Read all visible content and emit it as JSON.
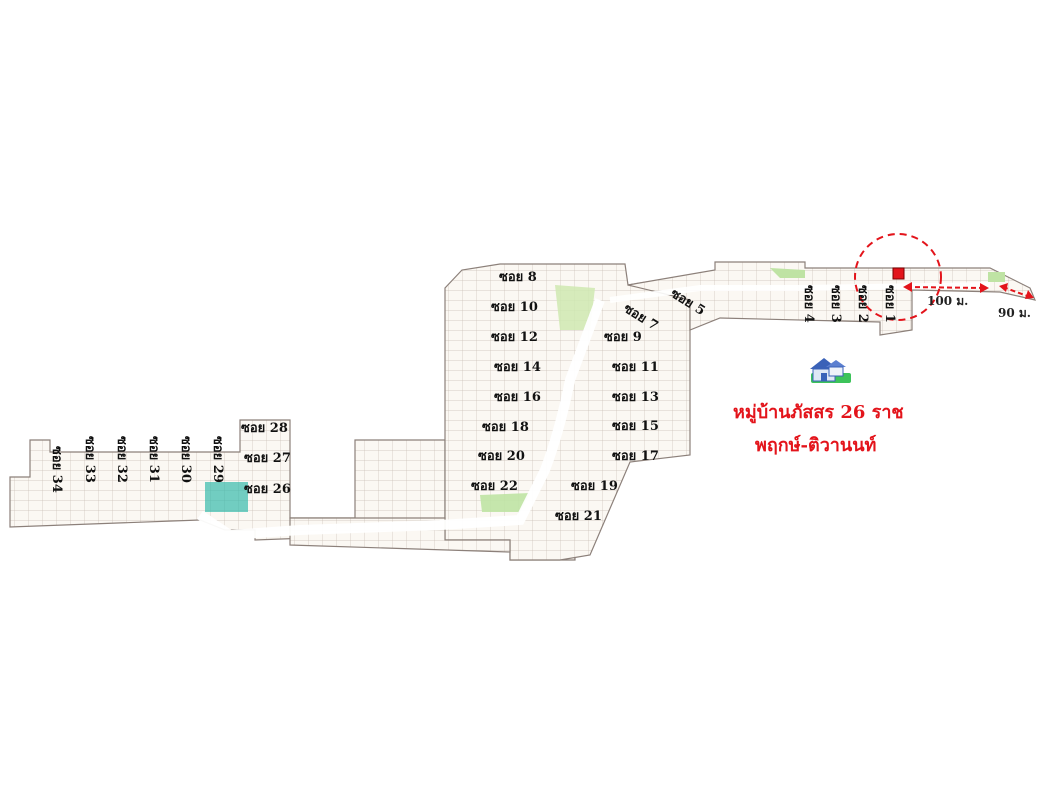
{
  "map": {
    "title_line1": "หมู่บ้านภัสสร 26 ราช",
    "title_line2": "พฤกษ์-ติวานนท์",
    "distance_1": "100 ม.",
    "distance_2": "90 ม.",
    "icon": "house-icon",
    "colors": {
      "title": "#e3141b",
      "marker": "#e3141b",
      "park": "#c9e8a8",
      "pool": "#2fb8a8"
    },
    "labels_horizontal": [
      "ซอย 8",
      "ซอย 10",
      "ซอย 12",
      "ซอย 14",
      "ซอย 16",
      "ซอย 18",
      "ซอย 20",
      "ซอย 22",
      "ซอย 9",
      "ซอย 11",
      "ซอย 13",
      "ซอย 15",
      "ซอย 17",
      "ซอย 19",
      "ซอย 21",
      "ซอย 28",
      "ซอย 27",
      "ซอย 26"
    ],
    "labels_vertical": [
      "ซอย 34",
      "ซอย 33",
      "ซอย 32",
      "ซอย 31",
      "ซอย 30",
      "ซอย 29",
      "ซอย 4",
      "ซอย 3",
      "ซอย 2",
      "ซอย 1"
    ],
    "labels_diagonal": [
      "ซอย 7",
      "ซอย 5"
    ]
  }
}
